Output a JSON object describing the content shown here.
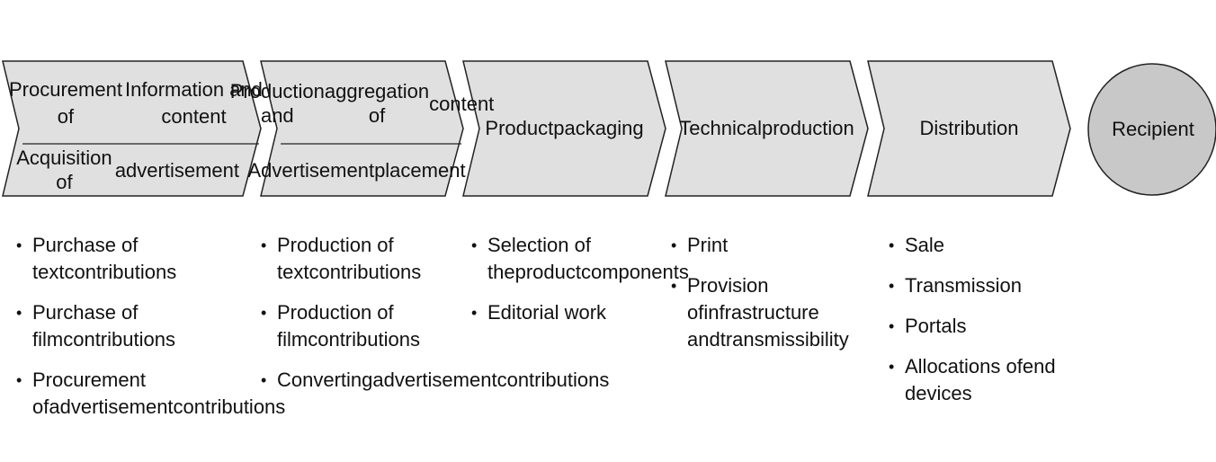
{
  "colors": {
    "fill": "#e0e0e0",
    "stroke": "#222222",
    "recipient_fill": "#c8c8c8"
  },
  "stages": [
    {
      "top": "Procurement of\nInformation and content",
      "bottom": "Acquisition of\nadvertisement",
      "bullets": [
        "Purchase of text\ncontributions",
        "Purchase of film\ncontributions",
        "Procurement of\nadvertisement\ncontributions"
      ]
    },
    {
      "top": "Production and\naggregation of\ncontent",
      "bottom": "Advertisement\nplacement",
      "bullets": [
        "Production of text\ncontributions",
        "Production of film\ncontributions",
        "Converting\nadvertisement\ncontributions"
      ]
    },
    {
      "label": "Product\npackaging",
      "bullets": [
        "Selection of the\nproduct\ncomponents",
        "Editorial work"
      ]
    },
    {
      "label": "Technical\nproduction",
      "bullets": [
        "Print",
        "Provision of\ninfrastructure and\ntransmissibility"
      ]
    },
    {
      "label": "Distribution",
      "bullets": [
        "Sale",
        "Transmission",
        "Portals",
        "Allocations of\nend devices"
      ]
    }
  ],
  "recipient": {
    "label": "Recipient"
  }
}
